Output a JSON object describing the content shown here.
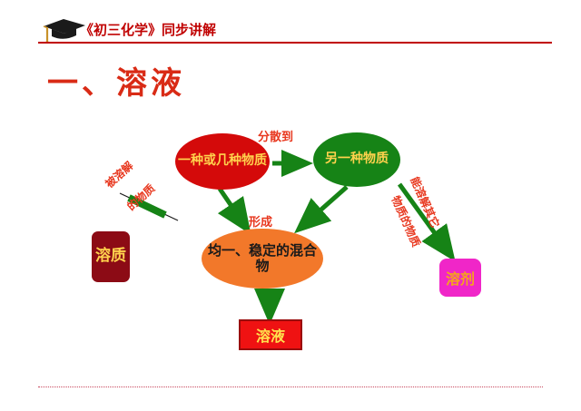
{
  "header": {
    "icon": "graduation-cap-icon",
    "title": "《初三化学》同步讲解",
    "rule_color": "#c00000"
  },
  "page_title": "一、溶液",
  "diagram": {
    "nodes": {
      "source": {
        "label": "一种或几种物质",
        "shape": "ellipse",
        "fill": "#d40a0a",
        "text_color": "#ffd24d"
      },
      "target": {
        "label": "另一种物质",
        "shape": "ellipse",
        "fill": "#168316",
        "text_color": "#ffd24d"
      },
      "mixture": {
        "label": "均一、稳定的混合物",
        "shape": "ellipse",
        "fill": "#f2782a",
        "text_color": "#1a1a1a"
      },
      "solute": {
        "label": "溶质",
        "shape": "rounded-rect",
        "fill": "#8c0b15",
        "text_color": "#ffd24d"
      },
      "solvent": {
        "label": "溶剂",
        "shape": "rounded-rect",
        "fill": "#f026c8",
        "text_color": "#f5a31e"
      },
      "solution": {
        "label": "溶液",
        "shape": "rect",
        "fill": "#ef1212",
        "text_color": "#ffe14d",
        "border_color": "#9a0d0d"
      }
    },
    "edge_labels": {
      "disperse": "分散到",
      "form": "形成",
      "dissolved_line1": "被溶解",
      "dissolved_line2": "的物质",
      "dissolves_line1": "能溶解其它",
      "dissolves_line2": "物质的物质"
    },
    "edge_color": "#168316",
    "label_color": "#e8381f"
  },
  "footer": {
    "rule_color": "#c8485e"
  }
}
